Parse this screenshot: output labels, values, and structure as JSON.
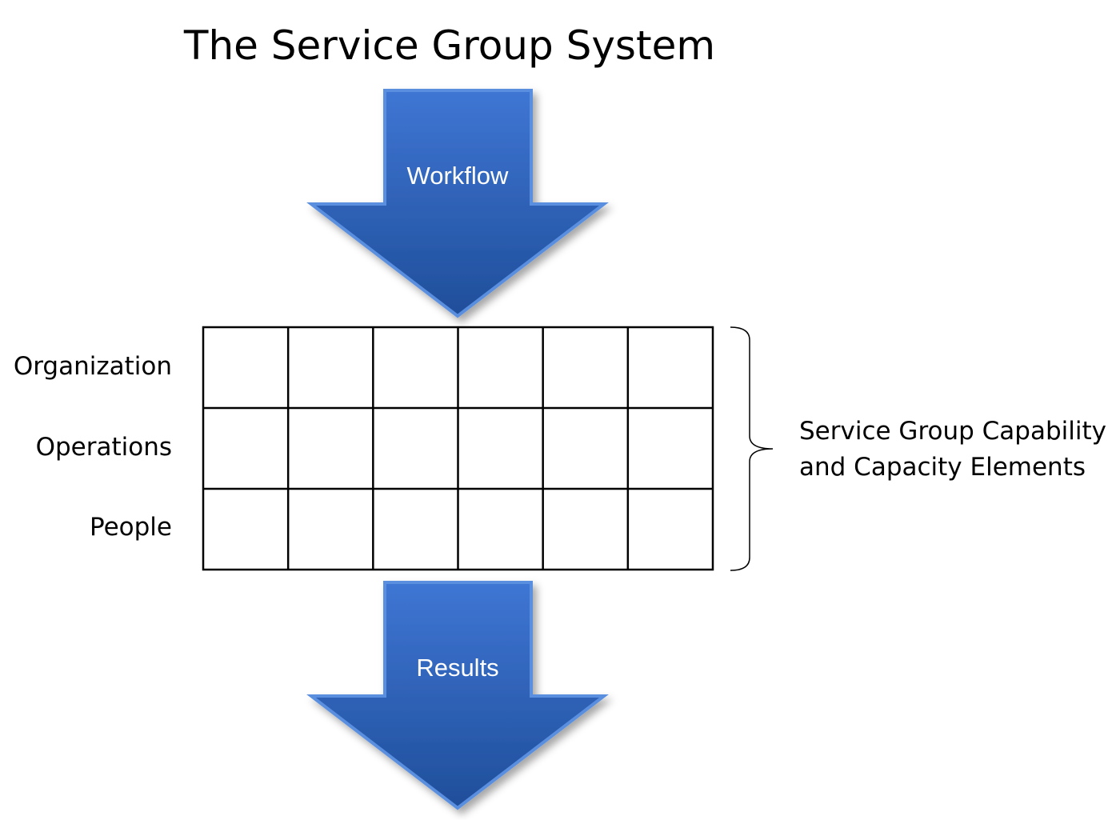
{
  "title": "The Service Group System",
  "arrows": {
    "input_label": "Workflow",
    "output_label": "Results"
  },
  "matrix": {
    "rows": [
      "Organization",
      "Operations",
      "People"
    ],
    "column_count": 6
  },
  "bracket_label": {
    "line1": "Service Group Capability",
    "line2": "and Capacity Elements"
  },
  "colors": {
    "arrow_top": "#3f76d4",
    "arrow_bottom": "#1f4e9a",
    "arrow_edge": "#5a8fe0",
    "arrow_text": "#ffffff",
    "grid_line": "#000000"
  }
}
